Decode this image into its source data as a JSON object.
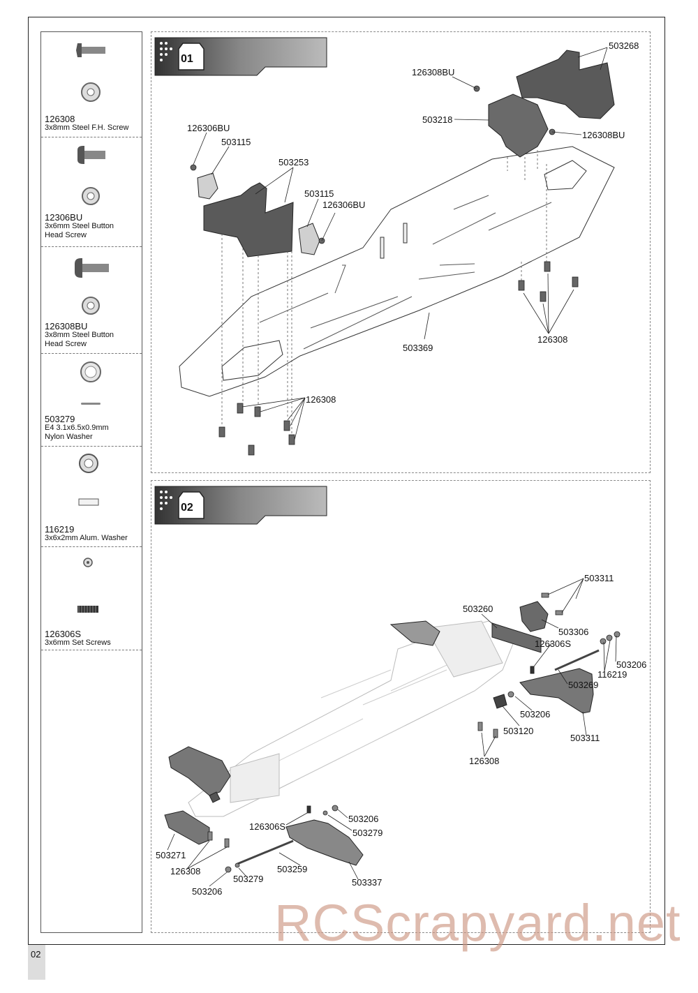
{
  "sidebar": [
    {
      "part": "126308",
      "desc": [
        "3x8mm Steel F.H. Screw"
      ]
    },
    {
      "part": "12306BU",
      "desc": [
        "3x6mm Steel Button",
        "Head Screw"
      ]
    },
    {
      "part": "126308BU",
      "desc": [
        "3x8mm Steel Button",
        "Head Screw"
      ]
    },
    {
      "part": "503279",
      "desc": [
        "E4 3.1x6.5x0.9mm",
        "Nylon Washer"
      ]
    },
    {
      "part": "116219",
      "desc": [
        "3x6x2mm Alum. Washer"
      ]
    },
    {
      "part": "126306S",
      "desc": [
        "3x6mm Set Screws"
      ]
    }
  ],
  "step1": {
    "number": "01",
    "callouts": [
      "503268",
      "126308BU",
      "503218",
      "126308BU",
      "126306BU",
      "503115",
      "503253",
      "503115",
      "126306BU",
      "503369",
      "126308",
      "126308"
    ]
  },
  "step2": {
    "number": "02",
    "callouts": [
      "503311",
      "503260",
      "503306",
      "126306S",
      "503206",
      "116219",
      "503269",
      "503206",
      "503120",
      "503311",
      "126308",
      "503206",
      "126306S",
      "503279",
      "503271",
      "126308",
      "503259",
      "503337",
      "503206",
      "503279"
    ]
  },
  "page_number": "02",
  "watermark": "RCScrapyard.net",
  "colors": {
    "part_dark": "#5a5a5a",
    "part_light": "#cfcfcf",
    "watermark": "#cd9682"
  }
}
